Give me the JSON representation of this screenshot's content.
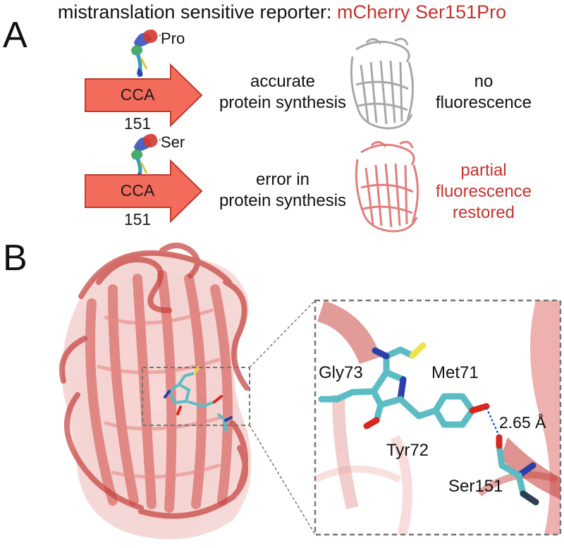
{
  "header": {
    "title_prefix": "mistranslation sensitive reporter: ",
    "title_highlight": "mCherry Ser151Pro"
  },
  "panel_a": {
    "letter": "A",
    "rows": [
      {
        "amino_acid": "Pro",
        "arrow_label": "CCA",
        "position": "151",
        "middle_line1": "accurate",
        "middle_line2": "protein synthesis",
        "result_line1": "no",
        "result_line2": "fluorescence",
        "result_line3": ""
      },
      {
        "amino_acid": "Ser",
        "arrow_label": "CCA",
        "position": "151",
        "middle_line1": "error in",
        "middle_line2": "protein synthesis",
        "result_line1": "partial",
        "result_line2": "fluorescence",
        "result_line3": "restored"
      }
    ]
  },
  "panel_b": {
    "letter": "B",
    "labels": {
      "gly": "Gly73",
      "met": "Met71",
      "tyr": "Tyr72",
      "ser": "Ser151",
      "distance": "2.65 Å"
    }
  },
  "colors": {
    "accent_red": "#c8322c",
    "arrow_fill": "#f26b5b",
    "arrow_stroke": "#c0392b",
    "ribbon_red": "#d9534f",
    "stick_cyan": "#5bbcc4",
    "oxygen_red": "#d9261c",
    "nitrogen_blue": "#2c3ea8",
    "sulfur_yellow": "#f0e24a",
    "hbond_blue": "#1d5cc9"
  }
}
